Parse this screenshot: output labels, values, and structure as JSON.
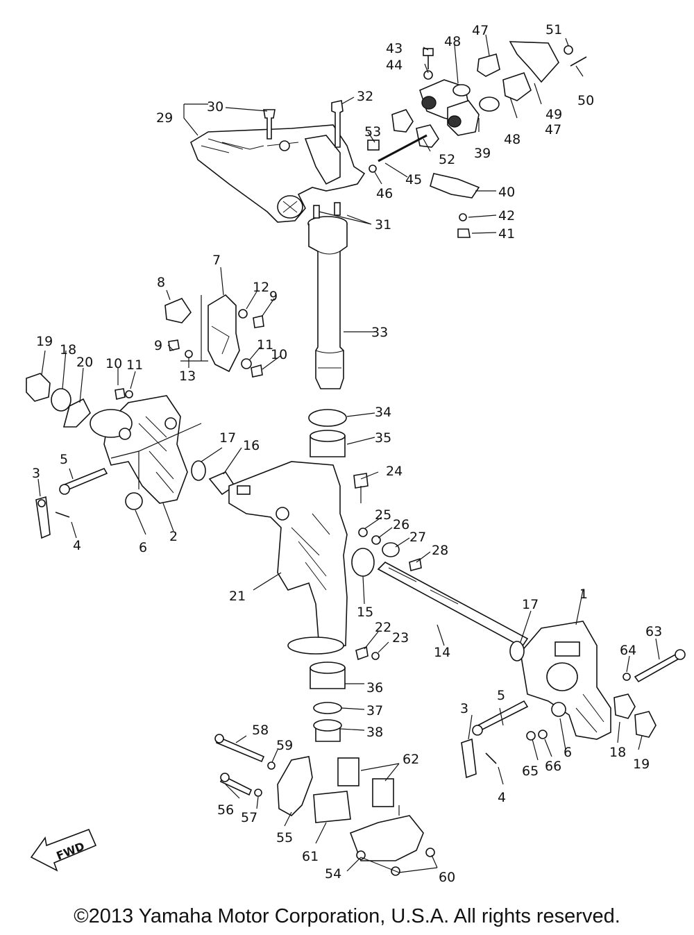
{
  "fwd_label": "FWD",
  "copyright": "©2013 Yamaha Motor Corporation, U.S.A. All rights reserved.",
  "callouts": [
    "1",
    "2",
    "3",
    "4",
    "5",
    "6",
    "7",
    "8",
    "9",
    "10",
    "11",
    "12",
    "13",
    "14",
    "15",
    "16",
    "17",
    "18",
    "19",
    "20",
    "21",
    "22",
    "23",
    "24",
    "25",
    "26",
    "27",
    "28",
    "29",
    "30",
    "31",
    "32",
    "33",
    "34",
    "35",
    "36",
    "37",
    "38",
    "39",
    "40",
    "41",
    "42",
    "43",
    "44",
    "45",
    "46",
    "47",
    "48",
    "49",
    "50",
    "51",
    "52",
    "53",
    "54",
    "55",
    "56",
    "57",
    "58",
    "59",
    "60",
    "61",
    "62",
    "63",
    "64",
    "65",
    "66"
  ]
}
